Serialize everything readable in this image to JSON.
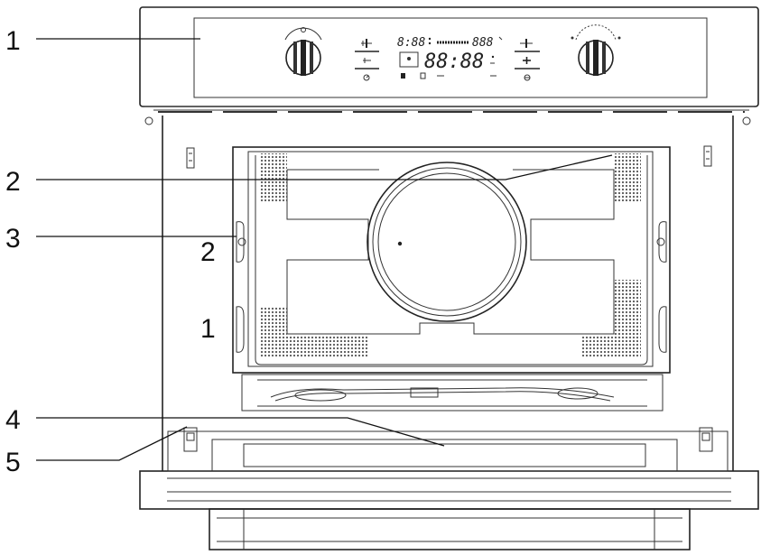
{
  "callouts": [
    {
      "id": "1",
      "label": "1"
    },
    {
      "id": "2",
      "label": "2"
    },
    {
      "id": "3",
      "label": "3"
    },
    {
      "id": "4",
      "label": "4"
    },
    {
      "id": "5",
      "label": "5"
    }
  ],
  "shelf_levels": [
    {
      "id": "upper",
      "label": "2"
    },
    {
      "id": "lower",
      "label": "1"
    }
  ],
  "display": {
    "time_small": "8:88",
    "power": "888",
    "time_main": "88:88"
  }
}
